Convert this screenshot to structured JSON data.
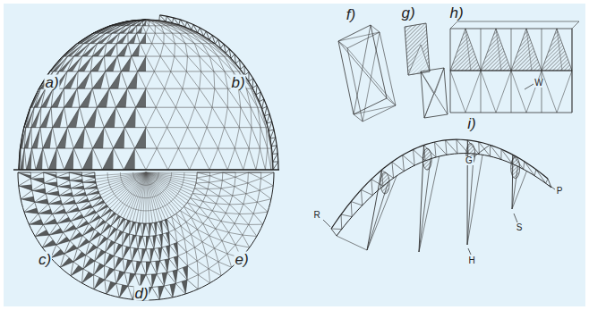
{
  "diagram": {
    "labels": [
      "a)",
      "b)",
      "c)",
      "d)",
      "e)",
      "f)",
      "g)",
      "h)",
      "i)",
      "W",
      "G",
      "R",
      "P",
      "S",
      "H"
    ]
  }
}
